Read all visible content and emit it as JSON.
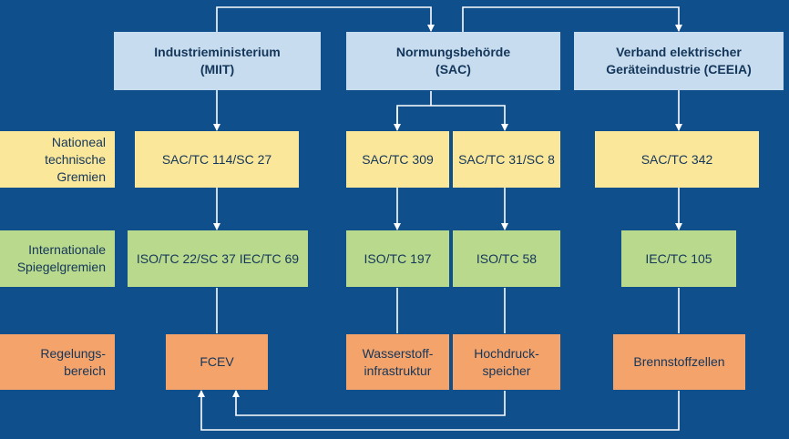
{
  "organizations": {
    "miit": "Industrieministerium\n(MIIT)",
    "sac": "Normungsbehörde\n(SAC)",
    "ceeia": "Verband elektrischer\nGeräteindustrie (CEEIA)"
  },
  "row_labels": {
    "national": "Nationeal\ntechnische\nGremien",
    "international": "Internationale\nSpiegelgremien",
    "regulation": "Regelungs-\nbereich"
  },
  "national_committees": {
    "miit": "SAC/TC 114/SC 27",
    "sac_left": "SAC/TC 309",
    "sac_right": "SAC/TC 31/SC 8",
    "ceeia": "SAC/TC 342"
  },
  "international_committees": {
    "miit": "ISO/TC 22/SC 37 IEC/TC 69",
    "sac_left": "ISO/TC 197",
    "sac_right": "ISO/TC 58",
    "ceeia": "IEC/TC 105"
  },
  "regulation_areas": {
    "miit": "FCEV",
    "sac_left": "Wasserstoff-\ninfrastruktur",
    "sac_right": "Hochdruck-\nspeicher",
    "ceeia": "Brennstoffzellen"
  },
  "colors": {
    "background": "#0f4f8c",
    "organization": "#c7dcee",
    "national": "#fbe79a",
    "international": "#b9d98d",
    "regulation": "#f4a36b",
    "connector": "#ffffff"
  }
}
